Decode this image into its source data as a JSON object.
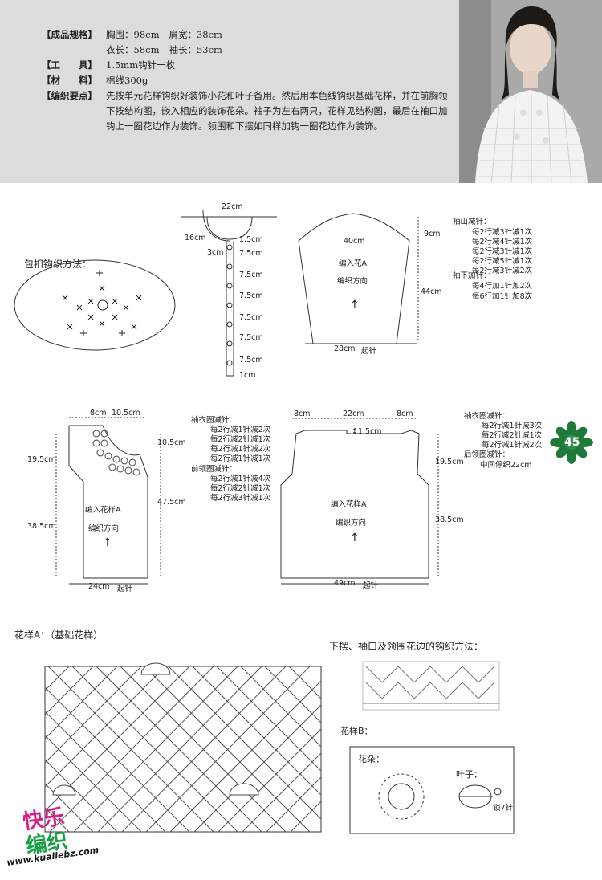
{
  "spec": {
    "size_label": "【成品规格】",
    "size_line1_a": "胸围：98cm",
    "size_line1_b": "肩宽：38cm",
    "size_line2_a": "衣长：58cm",
    "size_line2_b": "袖长：53cm",
    "tools_label": "【工　　具】",
    "tools_value": "1.5mm钩针一枚",
    "material_label": "【材　　料】",
    "material_value": "棉线300g",
    "key_label": "【编织要点】",
    "key_value": "先按单元花样钩织好装饰小花和叶子备用。然后用本色线钩织基础花样，并在前胸领下按结构图，嵌入相应的装饰花朵。袖子为左右两只，花样见结构图，最后在袖口加钩上一圈花边作为装饰。领围和下摆如同样加钩一圈花边作为装饰。"
  },
  "button_diagram": {
    "title": "包扣钩织方法："
  },
  "placket": {
    "top_width": "22cm",
    "side_label": "16cm",
    "width_label": "3cm",
    "intervals": [
      "1.5cm",
      "7.5cm",
      "7.5cm",
      "7.5cm",
      "7.5cm",
      "7.5cm",
      "7.5cm",
      "1cm"
    ]
  },
  "sleeve": {
    "cap_width": "40cm",
    "cap_height": "9cm",
    "body_height": "44cm",
    "bottom": "28cm",
    "start": "起针",
    "pattern": "编入花A",
    "direction": "编织方向",
    "arrow": "↑",
    "cap_title": "袖山减针：",
    "cap_notes": [
      "每2行减3针减1次",
      "每2行减4针减1次",
      "每2行减3针减1次",
      "每2行减5针减1次",
      "每2行减3针减2次"
    ],
    "under_title": "袖下加针：",
    "under_notes": [
      "每4行加1针加2次",
      "每6行加1针加8次"
    ]
  },
  "front": {
    "top_left": "8cm",
    "top_right": "10.5cm",
    "neck_drop": "10.5cm",
    "armhole": "19.5cm",
    "body": "38.5cm",
    "total": "47.5cm",
    "bottom": "24cm",
    "start": "起针",
    "pattern": "编入花样A",
    "direction": "编织方向",
    "arrow": "↑",
    "armhole_title": "袖衣圈减针：",
    "armhole_notes": [
      "每2行减1针减2次",
      "每2行减2针减1次",
      "每2行减1针减2次",
      "每2行减1针减1次"
    ],
    "neck_title": "前领圈减针：",
    "neck_notes": [
      "每2行减1针减4次",
      "每2行减2针减1次",
      "每2行减3针减1次"
    ]
  },
  "back": {
    "top_left": "8cm",
    "top_mid": "22cm",
    "top_right": "8cm",
    "neck_drop": "↕1.5cm",
    "armhole": "19.5cm",
    "body": "38.5cm",
    "bottom": "49cm",
    "start": "起针",
    "pattern": "编入花样A",
    "direction": "编织方向",
    "arrow": "↑",
    "armhole_title": "袖衣圈减针：",
    "armhole_notes": [
      "每2行减1针减3次",
      "每2行减2针减1次",
      "每2行减1针减2次"
    ],
    "neck_title": "后领圈减针：",
    "neck_notes": [
      "中间停织22cm"
    ]
  },
  "page_number": "45",
  "pattern_a": {
    "title": "花样A：（基础花样）"
  },
  "edging": {
    "title": "下摆、袖口及领围花边的钩织方法："
  },
  "pattern_b": {
    "title": "花样B：",
    "flower": "花朵：",
    "leaf": "叶子：",
    "leaf_note": "锁7针"
  },
  "watermark": {
    "line1": "快乐",
    "line2": "编织",
    "url": "www.kuailebz.com"
  }
}
